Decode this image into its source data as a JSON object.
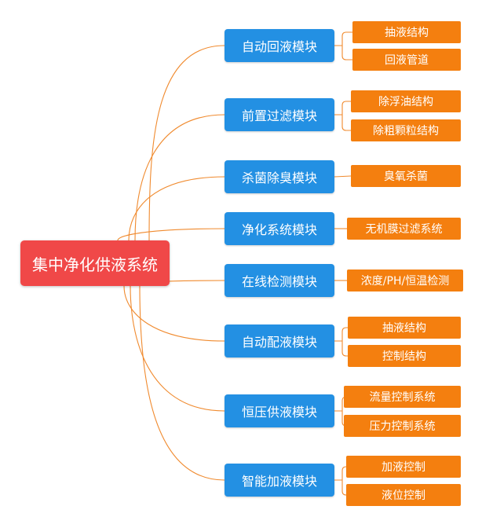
{
  "root": {
    "label": "集中净化供液系统"
  },
  "modules": [
    {
      "label": "自动回液模块",
      "children": [
        "抽液结构",
        "回液管道"
      ]
    },
    {
      "label": "前置过滤模块",
      "children": [
        "除浮油结构",
        "除粗颗粒结构"
      ]
    },
    {
      "label": "杀菌除臭模块",
      "children": [
        "臭氧杀菌"
      ]
    },
    {
      "label": "净化系统模块",
      "children": [
        "无机膜过滤系统"
      ]
    },
    {
      "label": "在线检测模块",
      "children": [
        "浓度/PH/恒温检测"
      ]
    },
    {
      "label": "自动配液模块",
      "children": [
        "抽液结构",
        "控制结构"
      ]
    },
    {
      "label": "恒压供液模块",
      "children": [
        "流量控制系统",
        "压力控制系统"
      ]
    },
    {
      "label": "智能加液模块",
      "children": [
        "加液控制",
        "液位控制"
      ]
    }
  ],
  "colors": {
    "root": "#f04848",
    "module": "#2390e3",
    "leaf": "#f47f0f",
    "edge": "#f08a2e"
  }
}
